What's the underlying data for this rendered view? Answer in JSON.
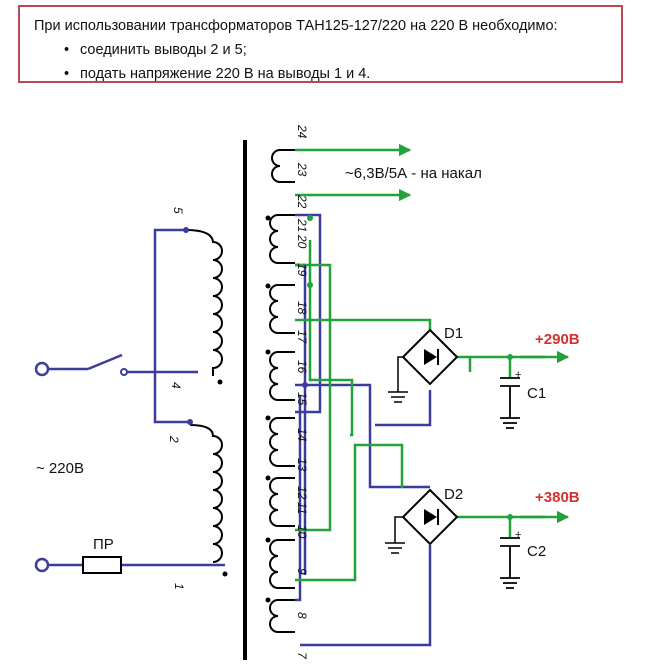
{
  "note": {
    "intro": "При использовании трансформаторов ТАН125-127/220 на 220 В необходимо:",
    "items": [
      "соединить выводы 2 и 5;",
      "подать напряжение 220 В на выводы 1 и 4."
    ]
  },
  "diagram": {
    "filament_label": "~6,3В/5А - на накал",
    "mains_label": "~ 220В",
    "fuse_label": "ПР",
    "diode_bridges": [
      "D1",
      "D2"
    ],
    "capacitors": [
      "C1",
      "C2"
    ],
    "outputs": [
      "+290В",
      "+380В"
    ],
    "terminal_numbers": [
      "24",
      "23",
      "22",
      "21",
      "20",
      "19",
      "18",
      "17",
      "16",
      "15",
      "14",
      "13",
      "12",
      "11",
      "10",
      "9",
      "8",
      "7",
      "5",
      "4",
      "2",
      "1"
    ],
    "cap_polarity": "+",
    "colors": {
      "wire_blue": "#3c3c9c",
      "wire_green": "#23a23c",
      "output_red": "#d43030",
      "frame": "#b84a4f"
    }
  }
}
